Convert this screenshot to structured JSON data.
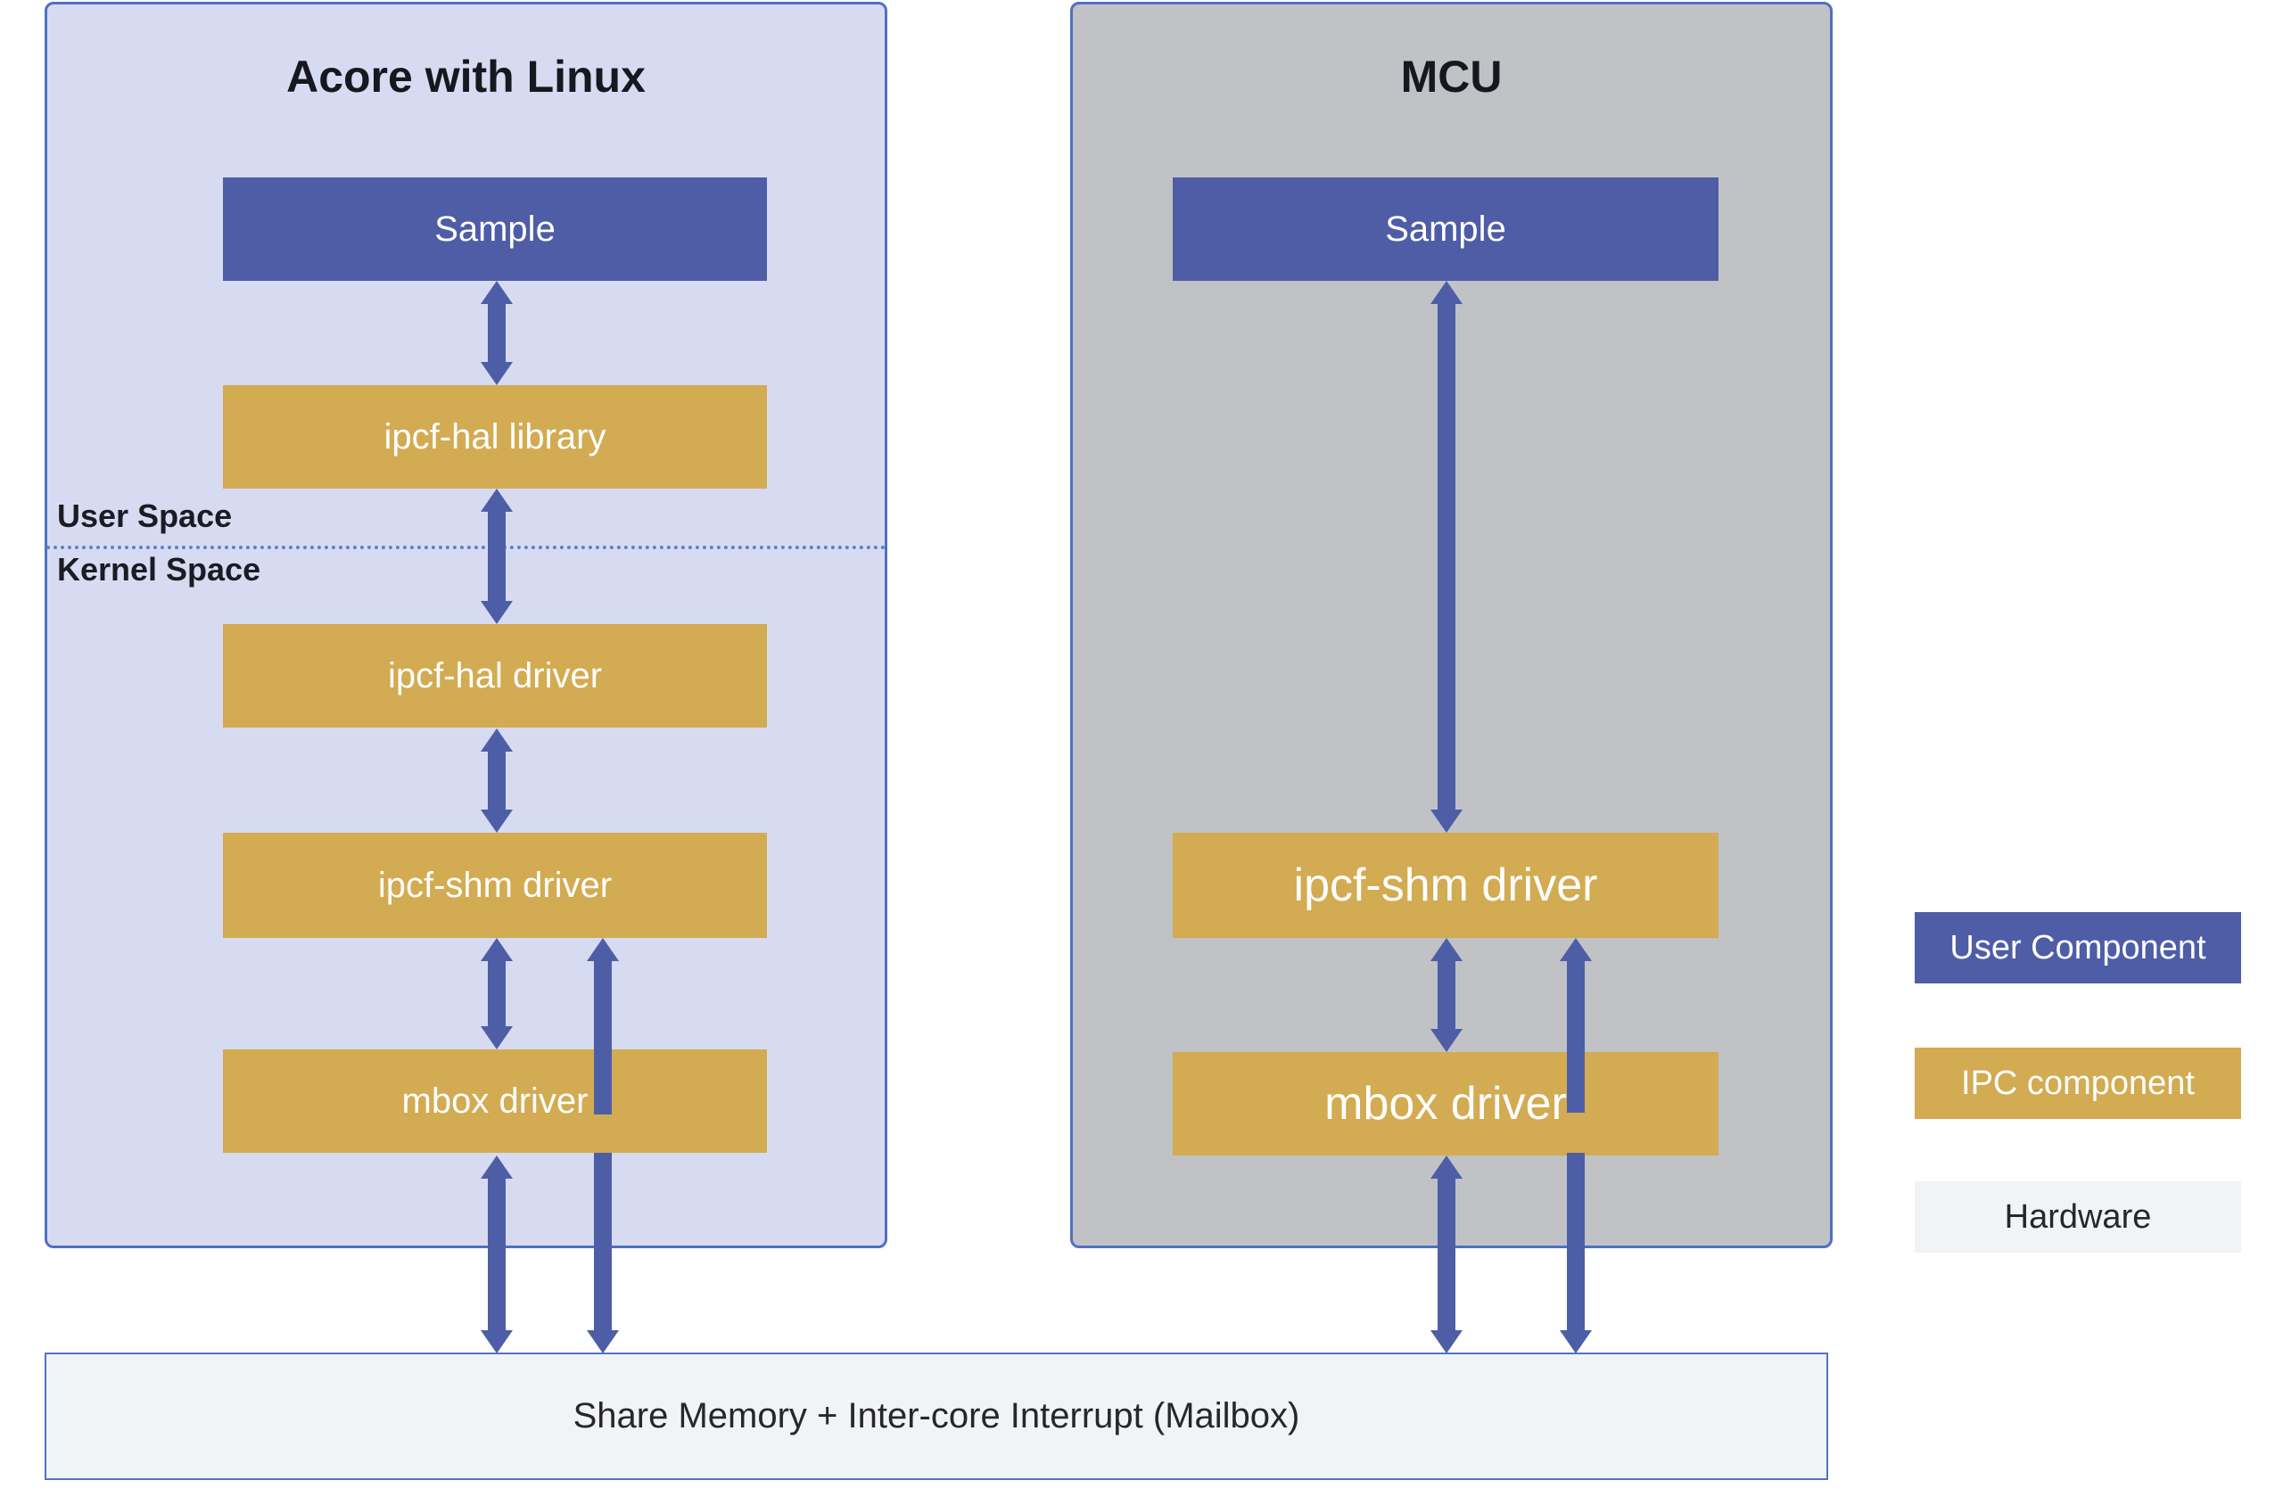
{
  "linux": {
    "title": "Acore with Linux",
    "space_labels": {
      "user": "User Space",
      "kernel": "Kernel Space"
    },
    "boxes": [
      {
        "label": "Sample",
        "type": "user"
      },
      {
        "label": "ipcf-hal library",
        "type": "ipc"
      },
      {
        "label": "ipcf-hal driver",
        "type": "ipc"
      },
      {
        "label": "ipcf-shm driver",
        "type": "ipc"
      },
      {
        "label": "mbox driver",
        "type": "ipc"
      }
    ]
  },
  "mcu": {
    "title": "MCU",
    "boxes": [
      {
        "label": "Sample",
        "type": "user"
      },
      {
        "label": "ipcf-shm driver",
        "type": "ipc"
      },
      {
        "label": "mbox driver",
        "type": "ipc"
      }
    ]
  },
  "hardware_bar": {
    "label": "Share Memory + Inter-core Interrupt (Mailbox)"
  },
  "legend": {
    "items": [
      {
        "label": "User Component",
        "type": "user"
      },
      {
        "label": "IPC component",
        "type": "ipc"
      },
      {
        "label": "Hardware",
        "type": "hardware"
      }
    ]
  },
  "colors": {
    "user_component": "#4e5da6",
    "ipc_component": "#d2ab52",
    "hardware_fill": "#f2f3f5",
    "arrow": "#4e5ea6",
    "linux_panel_bg": "#d7dbf2",
    "mcu_panel_bg": "#c0c2c6",
    "panel_border": "#5070c0"
  }
}
